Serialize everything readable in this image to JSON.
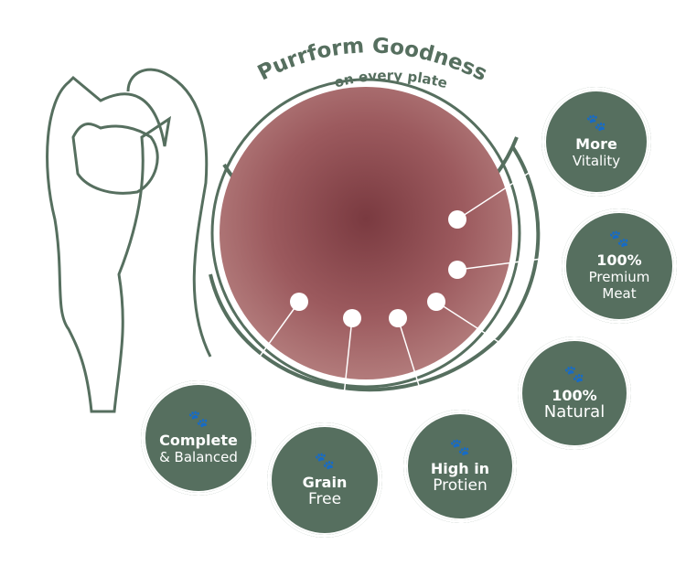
{
  "title": {
    "line1": "Purrform Goodness",
    "line2": "on every plate"
  },
  "accent_color": "#566f5f",
  "badges": [
    {
      "icon": "paw-icon",
      "bold": "More",
      "text": "Vitality"
    },
    {
      "icon": "paw-icon",
      "bold": "100%",
      "text": "Premium Meat"
    },
    {
      "icon": "paw-icon",
      "bold": "100%",
      "text": "Natural"
    },
    {
      "icon": "paw-icon",
      "bold": "High in",
      "text": "Protien"
    },
    {
      "icon": "paw-icon",
      "bold": "Grain",
      "text": "Free"
    },
    {
      "icon": "paw-icon",
      "bold": "Complete",
      "text": "& Balanced"
    }
  ]
}
